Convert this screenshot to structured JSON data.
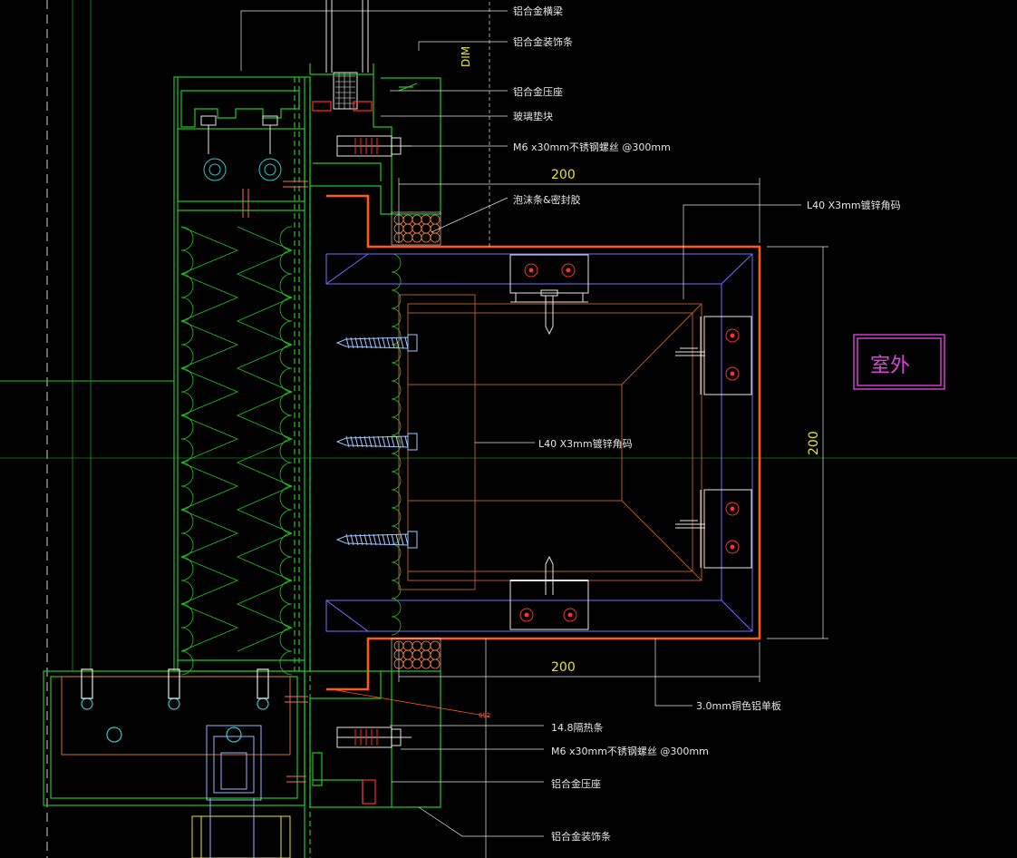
{
  "labels": {
    "beam": "铝合金横梁",
    "trim_top": "铝合金装饰条",
    "pressure_top": "铝合金压座",
    "glass_block": "玻璃垫块",
    "bolt_top": "M6 x30mm不锈钢螺丝 @300mm",
    "foam": "泡沫条&密封胶",
    "angle_right": "L40 X3mm镀锌角码",
    "angle_center": "L40 X3mm镀锌角码",
    "panel": "3.0mm铜色铝单板",
    "thermal": "14.8隔热条",
    "bolt_bottom": "M6 x30mm不锈钢螺丝 @300mm",
    "pressure_bottom": "铝合金压座",
    "trim_bottom": "铝合金装饰条"
  },
  "dims": {
    "top_width": "200",
    "bottom_width": "200",
    "height": "200",
    "dim_tag": "DIM",
    "leader_val": "692"
  },
  "room_label": "室外",
  "colors": {
    "green": "#1ec81e",
    "orange": "#ff5a14",
    "blue": "#7070ff",
    "brown": "#b05a2a",
    "white": "#e6e6e6",
    "yellow": "#e6e61a",
    "magenta": "#e040e0",
    "red": "#ff2a2a",
    "cyan": "#30c8c8"
  }
}
